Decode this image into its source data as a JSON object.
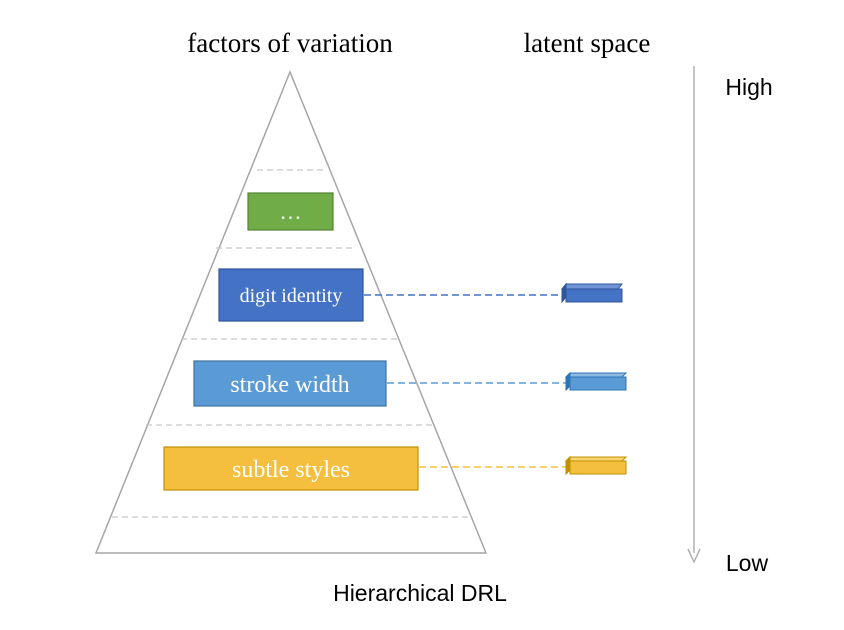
{
  "headers": {
    "factors": "factors of variation",
    "latent": "latent space"
  },
  "axis": {
    "high": "High",
    "low": "Low"
  },
  "caption": "Hierarchical DRL",
  "levels": [
    {
      "label": "…",
      "color": "#70ad47",
      "has_latent": false
    },
    {
      "label": "digit identity",
      "color": "#4472c4",
      "has_latent": true
    },
    {
      "label": "stroke width",
      "color": "#5b9bd5",
      "has_latent": true
    },
    {
      "label": "subtle styles",
      "color": "#f4bf3f",
      "has_latent": true
    }
  ]
}
